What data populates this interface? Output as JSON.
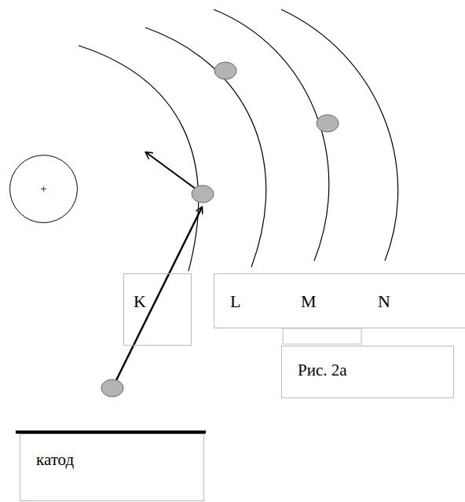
{
  "diagram": {
    "nodes": [
      {
        "text": [
          "+"
        ]
      },
      {
        "text": [
          "K"
        ]
      },
      {
        "text": [
          "L",
          "M",
          "N"
        ]
      },
      {
        "text": [
          "Рис. 2а"
        ]
      },
      {
        "text": [
          "катод"
        ]
      }
    ]
  }
}
